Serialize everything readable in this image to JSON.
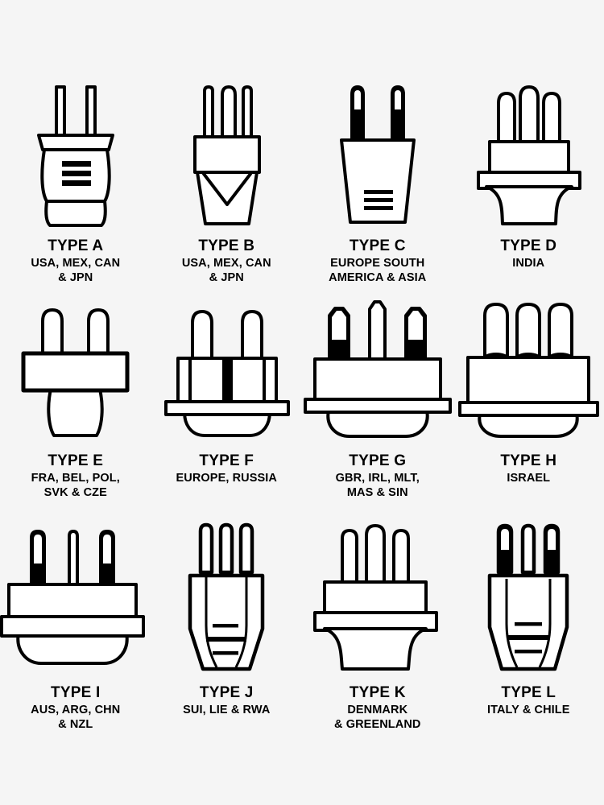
{
  "page": {
    "background_color": "#f5f5f5",
    "stroke_color": "#000000",
    "fill_color": "#ffffff",
    "columns": 4,
    "rows": 3,
    "total_plugs": 12
  },
  "plugs": [
    {
      "id": "type-a",
      "type_label": "TYPE A",
      "region_lines": [
        "USA, MEX, CAN",
        "& JPN"
      ],
      "icon": "plug-type-a-icon",
      "pins": 2,
      "row": 1,
      "column": 1
    },
    {
      "id": "type-b",
      "type_label": "TYPE B",
      "region_lines": [
        "USA, MEX, CAN",
        "& JPN"
      ],
      "icon": "plug-type-b-icon",
      "pins": 3,
      "row": 1,
      "column": 2
    },
    {
      "id": "type-c",
      "type_label": "TYPE C",
      "region_lines": [
        "EUROPE SOUTH",
        "AMERICA & ASIA"
      ],
      "icon": "plug-type-c-icon",
      "pins": 2,
      "row": 1,
      "column": 3
    },
    {
      "id": "type-d",
      "type_label": "TYPE D",
      "region_lines": [
        "INDIA"
      ],
      "icon": "plug-type-d-icon",
      "pins": 3,
      "row": 1,
      "column": 4
    },
    {
      "id": "type-e",
      "type_label": "TYPE E",
      "region_lines": [
        "FRA, BEL, POL,",
        "SVK & CZE"
      ],
      "icon": "plug-type-e-icon",
      "pins": 2,
      "row": 2,
      "column": 1
    },
    {
      "id": "type-f",
      "type_label": "TYPE F",
      "region_lines": [
        "EUROPE, RUSSIA"
      ],
      "icon": "plug-type-f-icon",
      "pins": 2,
      "row": 2,
      "column": 2
    },
    {
      "id": "type-g",
      "type_label": "TYPE G",
      "region_lines": [
        "GBR, IRL, MLT,",
        "MAS & SIN"
      ],
      "icon": "plug-type-g-icon",
      "pins": 3,
      "row": 2,
      "column": 3
    },
    {
      "id": "type-h",
      "type_label": "TYPE H",
      "region_lines": [
        "ISRAEL"
      ],
      "icon": "plug-type-h-icon",
      "pins": 3,
      "row": 2,
      "column": 4
    },
    {
      "id": "type-i",
      "type_label": "TYPE I",
      "region_lines": [
        "AUS, ARG, CHN",
        "& NZL"
      ],
      "icon": "plug-type-i-icon",
      "pins": 3,
      "row": 3,
      "column": 1
    },
    {
      "id": "type-j",
      "type_label": "TYPE J",
      "region_lines": [
        "SUI, LIE & RWA"
      ],
      "icon": "plug-type-j-icon",
      "pins": 3,
      "row": 3,
      "column": 2
    },
    {
      "id": "type-k",
      "type_label": "TYPE K",
      "region_lines": [
        "DENMARK",
        "& GREENLAND"
      ],
      "icon": "plug-type-k-icon",
      "pins": 3,
      "row": 3,
      "column": 3
    },
    {
      "id": "type-l",
      "type_label": "TYPE L",
      "region_lines": [
        "ITALY & CHILE"
      ],
      "icon": "plug-type-l-icon",
      "pins": 3,
      "row": 3,
      "column": 4
    }
  ]
}
